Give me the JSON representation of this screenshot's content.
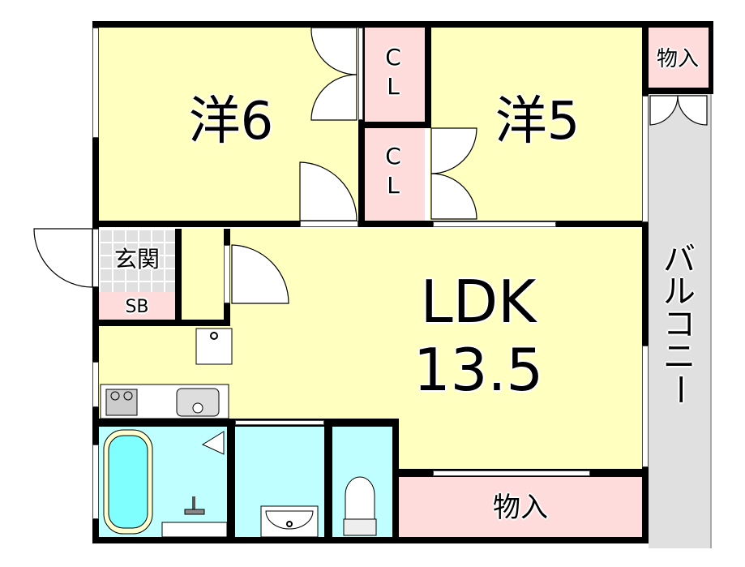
{
  "floor_plan": {
    "rooms": {
      "western_6": {
        "label": "洋6"
      },
      "western_5": {
        "label": "洋5"
      },
      "closet_upper": {
        "label_c": "C",
        "label_l": "L"
      },
      "closet_lower": {
        "label_c": "C",
        "label_l": "L"
      },
      "storage_top_right": {
        "label": "物入"
      },
      "entrance": {
        "label": "玄関"
      },
      "shoe_box": {
        "label": "SB"
      },
      "ldk": {
        "label": "LDK",
        "size": "13.5"
      },
      "storage_bottom": {
        "label": "物入"
      },
      "balcony": {
        "label": "バルコニー",
        "chars": [
          "バ",
          "ル",
          "コ",
          "ニ",
          "ー"
        ]
      }
    },
    "colors": {
      "room": "#ffffc0",
      "closet": "#ffdcdc",
      "entrance": "#e0e0e0",
      "wet_area": "#c0ffff",
      "wall": "#000000"
    }
  }
}
